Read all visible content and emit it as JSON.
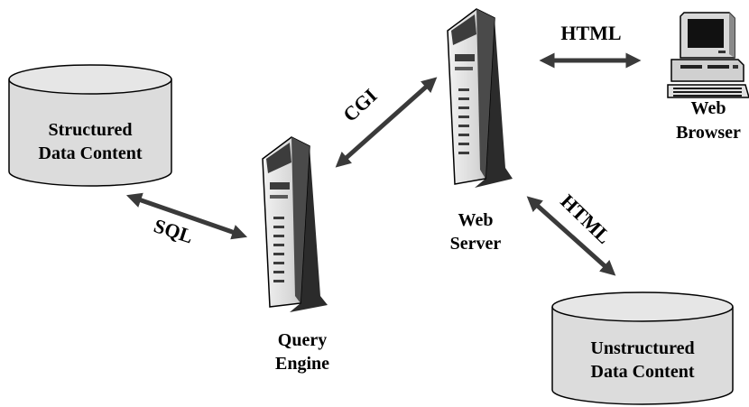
{
  "nodes": {
    "structured_db": {
      "line1": "Structured",
      "line2": "Data Content"
    },
    "unstructured_db": {
      "line1": "Unstructured",
      "line2": "Data Content"
    },
    "query_engine": {
      "line1": "Query",
      "line2": "Engine"
    },
    "web_server": {
      "line1": "Web",
      "line2": "Server"
    },
    "web_browser": {
      "line1": "Web",
      "line2": "Browser"
    }
  },
  "connections": {
    "sql": "SQL",
    "cgi": "CGI",
    "html_top": "HTML",
    "html_diag": "HTML"
  },
  "colors": {
    "cylinder_fill": "#dcdcdc",
    "arrow": "#3a3a3a",
    "server_light": "#e6e6e6",
    "server_dark": "#3c3c3c"
  }
}
